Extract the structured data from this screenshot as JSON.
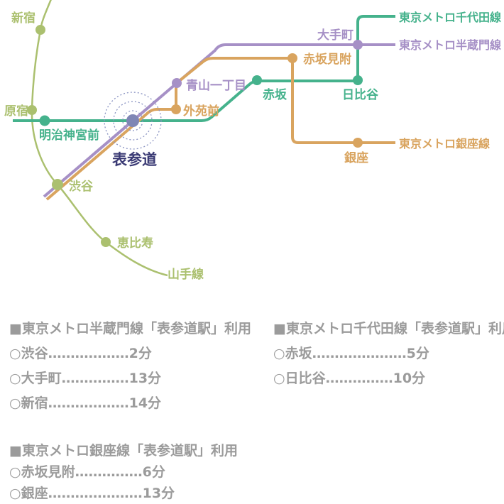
{
  "colors": {
    "yamanote_line": "#abc06f",
    "chiyoda_line": "#45b28c",
    "hanzomon_line": "#a690c6",
    "ginza_line": "#d9a45f",
    "omotesando_dot": "#7f86b5",
    "highlight_rings": "#8a93c2",
    "omotesando_text": "#3a3a74",
    "body_text": "#9b9b9b"
  },
  "map": {
    "stations": {
      "shinjuku": "新宿",
      "harajuku": "原宿",
      "meiji_jingumae": "明治神宮前",
      "omotesando": "表参道",
      "shibuya": "渋谷",
      "ebisu": "恵比寿",
      "aoyama_itchome": "青山一丁目",
      "gaienmae": "外苑前",
      "otemachi": "大手町",
      "akasaka_mitsuke": "赤坂見附",
      "akasaka": "赤坂",
      "hibiya": "日比谷",
      "ginza": "銀座"
    },
    "line_labels": {
      "chiyoda": "東京メトロ千代田線",
      "hanzomon": "東京メトロ半蔵門線",
      "ginza": "東京メトロ銀座線",
      "yamanote": "山手線"
    }
  },
  "bullets": {
    "section": "■",
    "item": "○"
  },
  "sections": [
    {
      "title": "東京メトロ半蔵門線「表参道駅」利用",
      "items": [
        {
          "name": "渋谷",
          "leader": "………………",
          "time": "2分"
        },
        {
          "name": "大手町",
          "leader": "……………",
          "time": "13分"
        },
        {
          "name": "新宿",
          "leader": "………………",
          "time": "14分"
        }
      ]
    },
    {
      "title": "東京メトロ千代田線「表参道駅」利用",
      "items": [
        {
          "name": "赤坂",
          "leader": "…………………",
          "time": "5分"
        },
        {
          "name": "日比谷",
          "leader": "……………",
          "time": "10分"
        }
      ]
    },
    {
      "title": "東京メトロ銀座線「表参道駅」利用",
      "items": [
        {
          "name": "赤坂見附",
          "leader": "……………",
          "time": "6分"
        },
        {
          "name": "銀座",
          "leader": "…………………",
          "time": "13分"
        }
      ]
    }
  ]
}
